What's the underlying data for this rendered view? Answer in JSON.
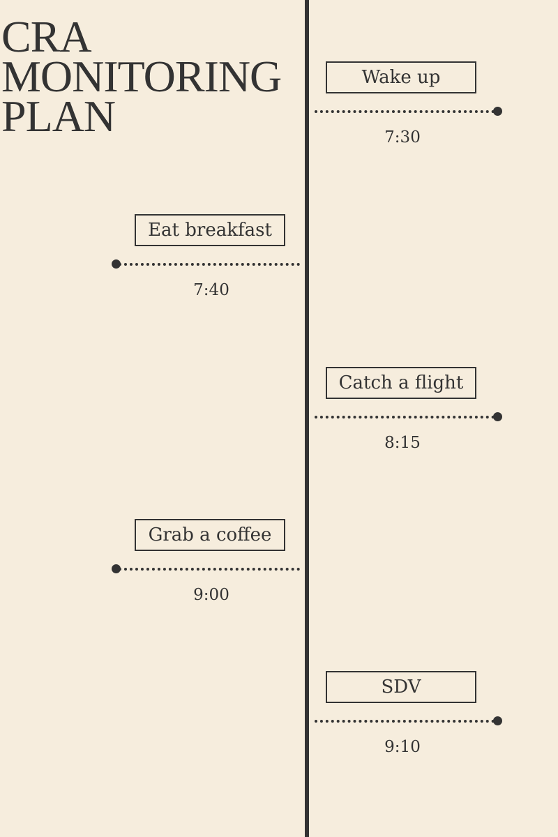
{
  "colors": {
    "background": "#F6EDDD",
    "ink": "#333333"
  },
  "title": {
    "lines": [
      "CRA",
      "MONITORING",
      "PLAN"
    ]
  },
  "timeline": {
    "events": [
      {
        "label": "Wake up",
        "time": "7:30",
        "side": "right"
      },
      {
        "label": "Eat breakfast",
        "time": "7:40",
        "side": "left"
      },
      {
        "label": "Catch a flight",
        "time": "8:15",
        "side": "right"
      },
      {
        "label": "Grab a coffee",
        "time": "9:00",
        "side": "left"
      },
      {
        "label": "SDV",
        "time": "9:10",
        "side": "right"
      }
    ]
  }
}
